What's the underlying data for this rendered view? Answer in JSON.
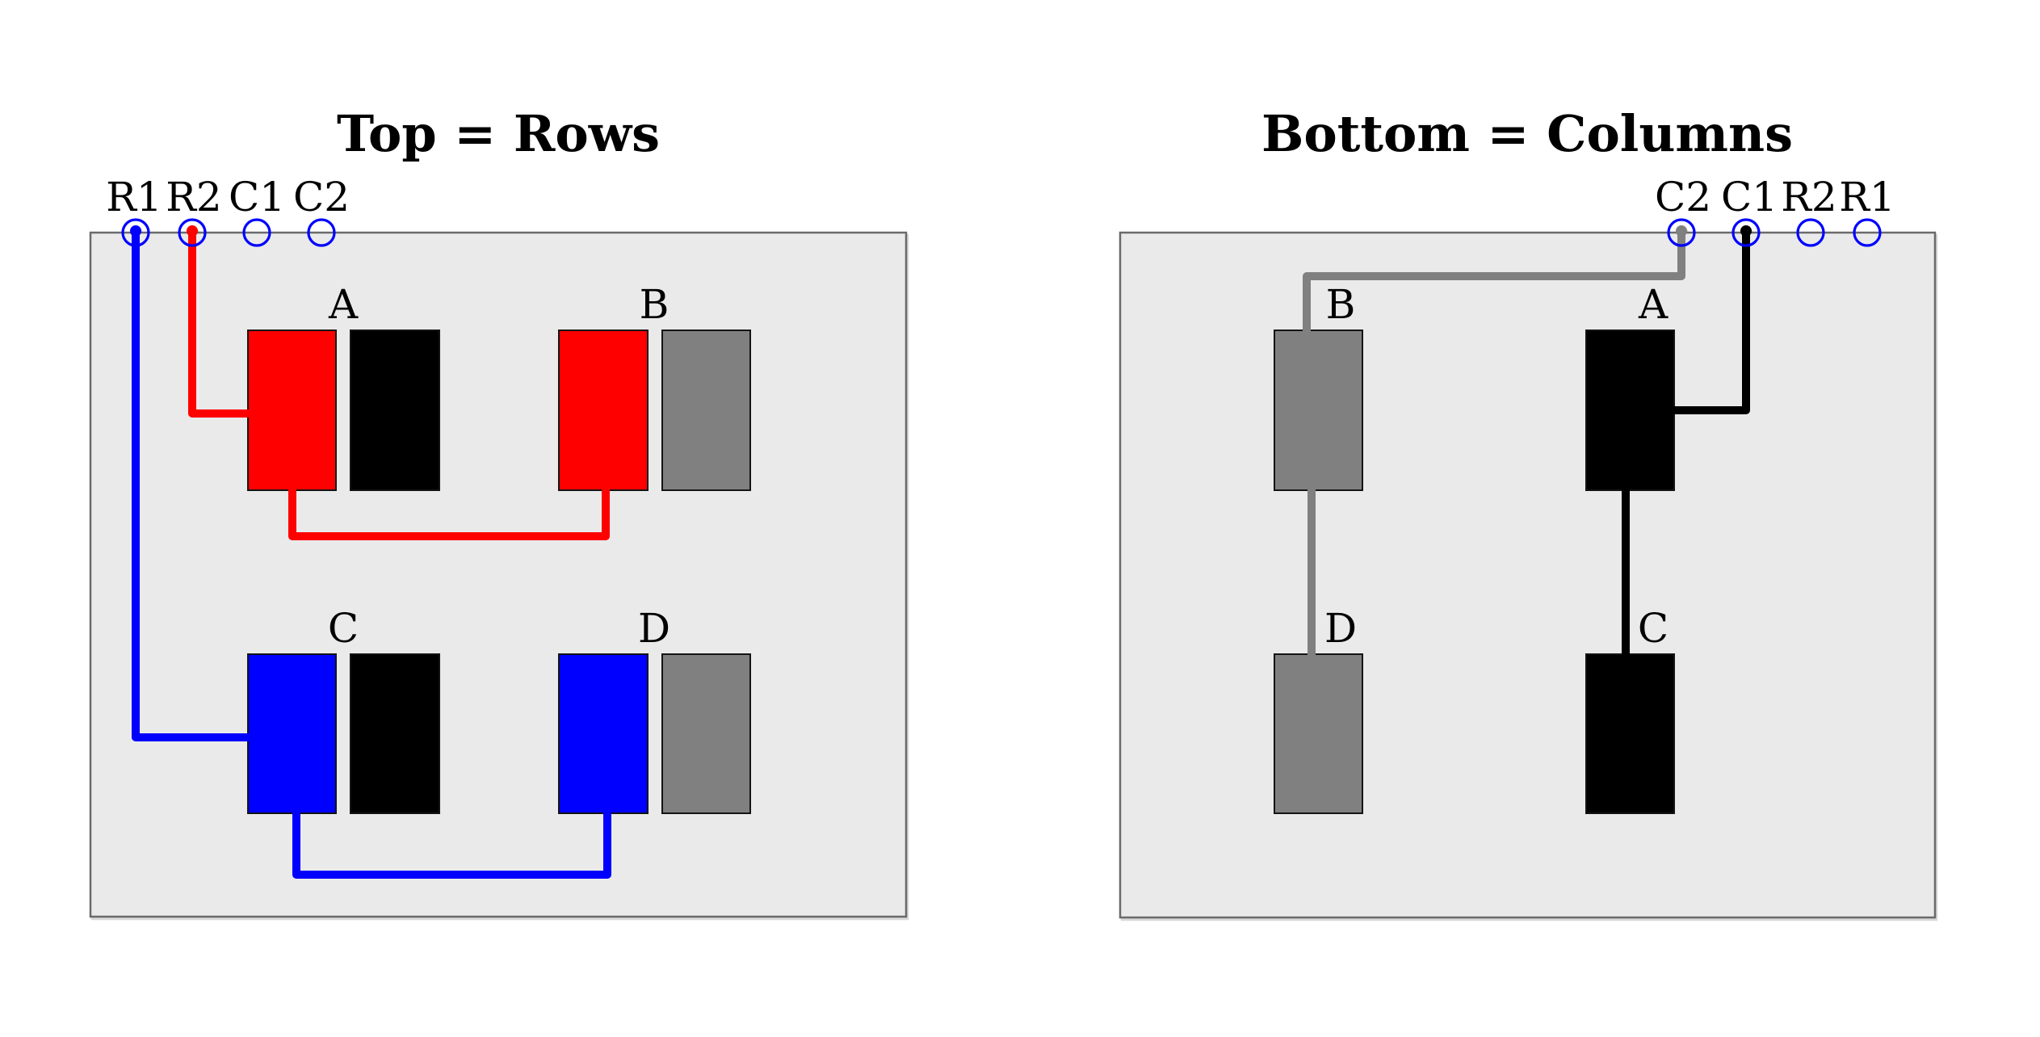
{
  "figure": {
    "description": "Keypad matrix soldering diagram, front (rows) and back (columns) views"
  },
  "colors": {
    "red": "#ff0000",
    "blue": "#0000ff",
    "gray": "#808080",
    "black": "#000000",
    "panel_fill": "#eaeaea",
    "connector_ring": "#0000ff"
  },
  "left": {
    "title": "Top = Rows",
    "connector_labels": [
      "R1",
      "R2",
      "C1",
      "C2"
    ],
    "switch_labels": [
      "A",
      "B",
      "C",
      "D"
    ]
  },
  "right": {
    "title": "Bottom = Columns",
    "connector_labels": [
      "C2",
      "C1",
      "R2",
      "R1"
    ],
    "pad_labels": [
      "B",
      "A",
      "D",
      "C"
    ]
  },
  "connections": {
    "left": [
      {
        "from": "R1",
        "wire_color": "blue",
        "to": "switch C then switch D"
      },
      {
        "from": "R2",
        "wire_color": "red",
        "to": "switch A then switch B"
      }
    ],
    "right": [
      {
        "from": "C2",
        "wire_color": "gray",
        "to": "pad B then pad D"
      },
      {
        "from": "C1",
        "wire_color": "black",
        "to": "pad A then pad C"
      }
    ]
  }
}
